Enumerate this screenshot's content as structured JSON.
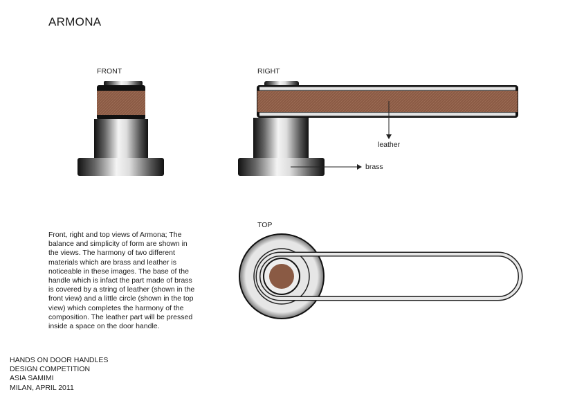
{
  "title": "ARMONA",
  "views": {
    "front": {
      "label": "FRONT"
    },
    "right": {
      "label": "RIGHT"
    },
    "top": {
      "label": "TOP"
    }
  },
  "annotations": {
    "leather": "leather",
    "brass": "brass"
  },
  "description": "Front, right and top views of Armona; The balance and simplicity of form are shown in the views. The harmony of two different materials which are brass and leather is noticeable in these images. The base of the handle which is infact the part made of brass is covered by a string of leather (shown in the front view) and a little circle (shown in the top view) which completes the harmony of the composition. The leather part will be pressed inside a space on the door handle.",
  "credits": {
    "line1": "HANDS ON DOOR HANDLES",
    "line2": "DESIGN COMPETITION",
    "line3": "ASIA SAMIMI",
    "line4": "MILAN, APRIL 2011"
  },
  "colors": {
    "leather": "#8a5a44",
    "metal_dark": "#1a1a1a",
    "metal_light": "#f2f2f2"
  }
}
